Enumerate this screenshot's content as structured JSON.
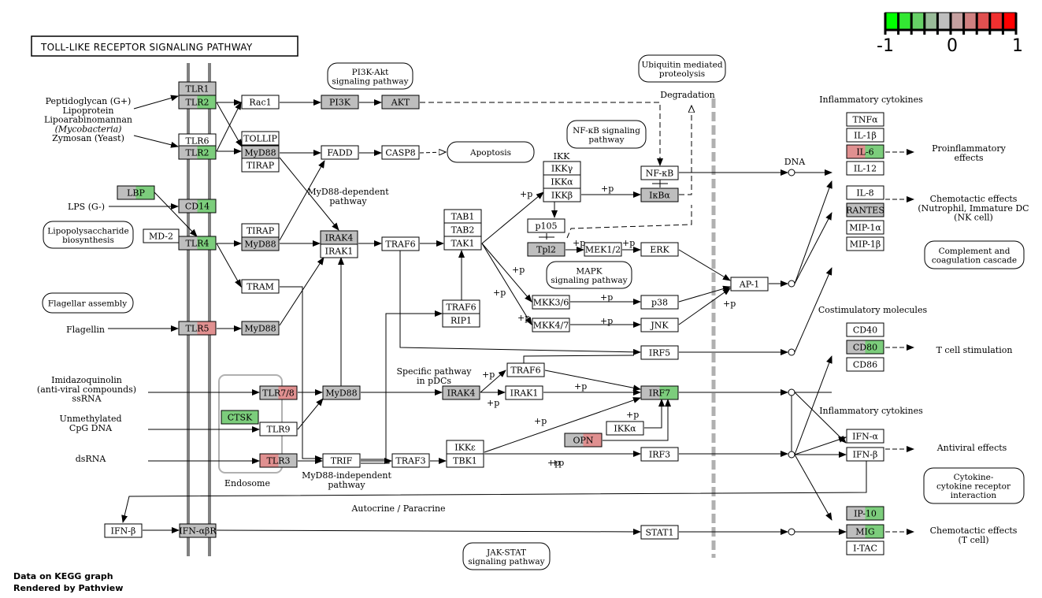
{
  "title": "TOLL-LIKE RECEPTOR SIGNALING PATHWAY",
  "footer": {
    "line1": "Data on KEGG graph",
    "line2": "Rendered by  Pathview"
  },
  "scale": {
    "min_label": "-1",
    "mid_label": "0",
    "max_label": "1",
    "colors": [
      "#00ff00",
      "#33e833",
      "#66d166",
      "#99bb99",
      "#bebebe",
      "#c5a0a0",
      "#d08080",
      "#e05050",
      "#f03030",
      "#ff0000"
    ]
  },
  "colors": {
    "gray": "#bebebe",
    "green": "#7ccd7c",
    "red": "#e09090",
    "white": "#ffffff"
  },
  "genes": [
    {
      "id": "TLR1",
      "label": "TLR1",
      "fill": "gray"
    },
    {
      "id": "TLR2a",
      "label": "TLR2",
      "fill": "gray",
      "split": "green"
    },
    {
      "id": "TLR6",
      "label": "TLR6",
      "fill": "white"
    },
    {
      "id": "TLR2b",
      "label": "TLR2",
      "fill": "gray",
      "split": "green"
    },
    {
      "id": "LBP",
      "label": "LBP",
      "fill": "gray",
      "split": "green"
    },
    {
      "id": "CD14",
      "label": "CD14",
      "fill": "gray",
      "split": "green"
    },
    {
      "id": "MD2",
      "label": "MD-2",
      "fill": "white"
    },
    {
      "id": "TLR4",
      "label": "TLR4",
      "fill": "gray",
      "split": "green"
    },
    {
      "id": "TLR5",
      "label": "TLR5",
      "fill": "gray",
      "split": "red"
    },
    {
      "id": "TLR78",
      "label": "TLR7/8",
      "fill": "gray",
      "split": "red"
    },
    {
      "id": "CTSK",
      "label": "CTSK",
      "fill": "green"
    },
    {
      "id": "TLR9",
      "label": "TLR9",
      "fill": "white"
    },
    {
      "id": "TLR3",
      "label": "TLR3",
      "fill": "red",
      "split": "gray"
    },
    {
      "id": "IFNB1",
      "label": "IFN-β",
      "fill": "white"
    },
    {
      "id": "IFNAR",
      "label": "IFN-αβR",
      "fill": "gray"
    },
    {
      "id": "Rac1",
      "label": "Rac1",
      "fill": "white"
    },
    {
      "id": "PI3K",
      "label": "PI3K",
      "fill": "gray"
    },
    {
      "id": "AKT",
      "label": "AKT",
      "fill": "gray"
    },
    {
      "id": "TOLLIP",
      "label": "TOLLIP",
      "fill": "white"
    },
    {
      "id": "MyD88a",
      "label": "MyD88",
      "fill": "gray"
    },
    {
      "id": "TIRAPa",
      "label": "TIRAP",
      "fill": "white"
    },
    {
      "id": "FADD",
      "label": "FADD",
      "fill": "white"
    },
    {
      "id": "CASP8",
      "label": "CASP8",
      "fill": "white"
    },
    {
      "id": "TIRAPb",
      "label": "TIRAP",
      "fill": "white"
    },
    {
      "id": "MyD88b",
      "label": "MyD88",
      "fill": "gray"
    },
    {
      "id": "TRAM",
      "label": "TRAM",
      "fill": "white"
    },
    {
      "id": "MyD88c",
      "label": "MyD88",
      "fill": "gray"
    },
    {
      "id": "IRAK4a",
      "label": "IRAK4",
      "fill": "gray"
    },
    {
      "id": "IRAK1a",
      "label": "IRAK1",
      "fill": "white"
    },
    {
      "id": "TRAF6a",
      "label": "TRAF6",
      "fill": "white"
    },
    {
      "id": "TAB1",
      "label": "TAB1",
      "fill": "white"
    },
    {
      "id": "TAB2",
      "label": "TAB2",
      "fill": "white"
    },
    {
      "id": "TAK1",
      "label": "TAK1",
      "fill": "white"
    },
    {
      "id": "TRAF6b",
      "label": "TRAF6",
      "fill": "white"
    },
    {
      "id": "RIP1",
      "label": "RIP1",
      "fill": "white"
    },
    {
      "id": "MyD88d",
      "label": "MyD88",
      "fill": "gray"
    },
    {
      "id": "IRAK4b",
      "label": "IRAK4",
      "fill": "gray"
    },
    {
      "id": "IRAK1b",
      "label": "IRAK1",
      "fill": "white"
    },
    {
      "id": "TRAF6c",
      "label": "TRAF6",
      "fill": "white"
    },
    {
      "id": "TRIF",
      "label": "TRIF",
      "fill": "white"
    },
    {
      "id": "TRAF3",
      "label": "TRAF3",
      "fill": "white"
    },
    {
      "id": "IKKe",
      "label": "IKKε",
      "fill": "white"
    },
    {
      "id": "TBK1",
      "label": "TBK1",
      "fill": "white"
    },
    {
      "id": "IKKg",
      "label": "IKKγ",
      "fill": "white"
    },
    {
      "id": "IKKa1",
      "label": "IKKα",
      "fill": "white"
    },
    {
      "id": "IKKb",
      "label": "IKKβ",
      "fill": "white"
    },
    {
      "id": "NFKB",
      "label": "NF-κB",
      "fill": "white"
    },
    {
      "id": "IKBA",
      "label": "IκBα",
      "fill": "gray"
    },
    {
      "id": "p105",
      "label": "p105",
      "fill": "white"
    },
    {
      "id": "Tpl2",
      "label": "Tpl2",
      "fill": "gray"
    },
    {
      "id": "MEK12",
      "label": "MEK1/2",
      "fill": "white"
    },
    {
      "id": "ERK",
      "label": "ERK",
      "fill": "white"
    },
    {
      "id": "MKK36",
      "label": "MKK3/6",
      "fill": "white"
    },
    {
      "id": "MKK47",
      "label": "MKK4/7",
      "fill": "white"
    },
    {
      "id": "p38",
      "label": "p38",
      "fill": "white"
    },
    {
      "id": "JNK",
      "label": "JNK",
      "fill": "white"
    },
    {
      "id": "IRF5",
      "label": "IRF5",
      "fill": "white"
    },
    {
      "id": "IRF7",
      "label": "IRF7",
      "fill": "gray",
      "split": "green"
    },
    {
      "id": "IKKa2",
      "label": "IKKα",
      "fill": "white"
    },
    {
      "id": "OPN",
      "label": "OPN",
      "fill": "gray",
      "split": "red"
    },
    {
      "id": "IRF3",
      "label": "IRF3",
      "fill": "white"
    },
    {
      "id": "STAT1",
      "label": "STAT1",
      "fill": "white"
    },
    {
      "id": "AP1",
      "label": "AP-1",
      "fill": "white"
    },
    {
      "id": "TNFa",
      "label": "TNFα",
      "fill": "white"
    },
    {
      "id": "IL1b",
      "label": "IL-1β",
      "fill": "white"
    },
    {
      "id": "IL6",
      "label": "IL-6",
      "fill": "red",
      "split": "green"
    },
    {
      "id": "IL12",
      "label": "IL-12",
      "fill": "white"
    },
    {
      "id": "IL8",
      "label": "IL-8",
      "fill": "white"
    },
    {
      "id": "RANTES",
      "label": "RANTES",
      "fill": "gray"
    },
    {
      "id": "MIP1a",
      "label": "MIP-1α",
      "fill": "white"
    },
    {
      "id": "MIP1b",
      "label": "MIP-1β",
      "fill": "white"
    },
    {
      "id": "CD40",
      "label": "CD40",
      "fill": "white"
    },
    {
      "id": "CD80",
      "label": "CD80",
      "fill": "gray",
      "split": "green"
    },
    {
      "id": "CD86",
      "label": "CD86",
      "fill": "white"
    },
    {
      "id": "IFNa",
      "label": "IFN-α",
      "fill": "white"
    },
    {
      "id": "IFNb2",
      "label": "IFN-β",
      "fill": "white"
    },
    {
      "id": "IP10",
      "label": "IP-10",
      "fill": "gray",
      "split": "green"
    },
    {
      "id": "MIG",
      "label": "MIG",
      "fill": "gray",
      "split": "green"
    },
    {
      "id": "ITAC",
      "label": "I-TAC",
      "fill": "white"
    }
  ],
  "pathway_links": [
    {
      "id": "pi3k",
      "lines": [
        "PI3K-Akt",
        "signaling pathway"
      ]
    },
    {
      "id": "ubi",
      "lines": [
        "Ubiquitin mediated",
        "proteolysis"
      ]
    },
    {
      "id": "nfkb",
      "lines": [
        "NF-κB signaling",
        "pathway"
      ]
    },
    {
      "id": "apop",
      "lines": [
        "Apoptosis"
      ]
    },
    {
      "id": "lipo",
      "lines": [
        "Lipopolysaccharide",
        "biosynthesis"
      ]
    },
    {
      "id": "flag",
      "lines": [
        "Flagellar assembly"
      ]
    },
    {
      "id": "mapk",
      "lines": [
        "MAPK",
        "signaling pathway"
      ]
    },
    {
      "id": "compl",
      "lines": [
        "Complement and",
        "coagulation cascade"
      ]
    },
    {
      "id": "cyto",
      "lines": [
        "Cytokine-",
        "cytokine receptor",
        "interaction"
      ]
    },
    {
      "id": "jak",
      "lines": [
        "JAK-STAT",
        "signaling pathway"
      ]
    }
  ],
  "labels": [
    {
      "id": "pg1",
      "lines": [
        "Peptidoglycan (G+)",
        "Lipoprotein",
        "Lipoarabinomannan",
        "(Mycobacteria)",
        "Zymosan (Yeast)"
      ]
    },
    {
      "id": "lps",
      "lines": [
        "LPS (G-)"
      ]
    },
    {
      "id": "flagellin",
      "lines": [
        "Flagellin"
      ]
    },
    {
      "id": "imid",
      "lines": [
        "Imidazoquinolin",
        "(anti-viral compounds)",
        "ssRNA"
      ]
    },
    {
      "id": "cpg",
      "lines": [
        "Unmethylated",
        "CpG DNA"
      ]
    },
    {
      "id": "dsrna",
      "lines": [
        "dsRNA"
      ]
    },
    {
      "id": "endo",
      "lines": [
        "Endosome"
      ]
    },
    {
      "id": "md88dep",
      "lines": [
        "MyD88-dependent",
        "pathway"
      ]
    },
    {
      "id": "md88ind",
      "lines": [
        "MyD88-independent",
        "pathway"
      ]
    },
    {
      "id": "pdc",
      "lines": [
        "Specific pathway",
        "in pDCs"
      ]
    },
    {
      "id": "autoc",
      "lines": [
        "Autocrine / Paracrine"
      ]
    },
    {
      "id": "degr",
      "lines": [
        "Degradation"
      ]
    },
    {
      "id": "dna",
      "lines": [
        "DNA"
      ]
    },
    {
      "id": "ikk",
      "lines": [
        "IKK"
      ]
    },
    {
      "id": "infl1",
      "lines": [
        "Inflammatory cytokines"
      ]
    },
    {
      "id": "costim",
      "lines": [
        "Costimulatory molecules"
      ]
    },
    {
      "id": "infl2",
      "lines": [
        "Inflammatory cytokines"
      ]
    },
    {
      "id": "proinf",
      "lines": [
        "Proinflammatory",
        "effects"
      ]
    },
    {
      "id": "chemo1",
      "lines": [
        "Chemotactic effects",
        "(Nutrophil, Immature DC",
        "(NK cell)"
      ]
    },
    {
      "id": "tcell",
      "lines": [
        "T cell stimulation"
      ]
    },
    {
      "id": "antiv",
      "lines": [
        "Antiviral effects"
      ]
    },
    {
      "id": "chemo2",
      "lines": [
        "Chemotactic effects",
        "(T cell)"
      ]
    },
    {
      "id": "p1",
      "lines": [
        "+p"
      ]
    },
    {
      "id": "p2",
      "lines": [
        "+p"
      ]
    },
    {
      "id": "p3",
      "lines": [
        "+p"
      ]
    },
    {
      "id": "p4",
      "lines": [
        "+p"
      ]
    },
    {
      "id": "p5",
      "lines": [
        "+p"
      ]
    },
    {
      "id": "p6",
      "lines": [
        "+p"
      ]
    },
    {
      "id": "p7",
      "lines": [
        "+p"
      ]
    },
    {
      "id": "p8",
      "lines": [
        "+p"
      ]
    },
    {
      "id": "p9",
      "lines": [
        "+p"
      ]
    },
    {
      "id": "p10",
      "lines": [
        "+p"
      ]
    },
    {
      "id": "p11",
      "lines": [
        "+p"
      ]
    },
    {
      "id": "p12",
      "lines": [
        "+p"
      ]
    },
    {
      "id": "p13",
      "lines": [
        "+p"
      ]
    },
    {
      "id": "p14",
      "lines": [
        "+p"
      ]
    },
    {
      "id": "p15",
      "lines": [
        "+p"
      ]
    },
    {
      "id": "p16",
      "lines": [
        "+p"
      ]
    },
    {
      "id": "p17",
      "lines": [
        "+p"
      ]
    }
  ]
}
